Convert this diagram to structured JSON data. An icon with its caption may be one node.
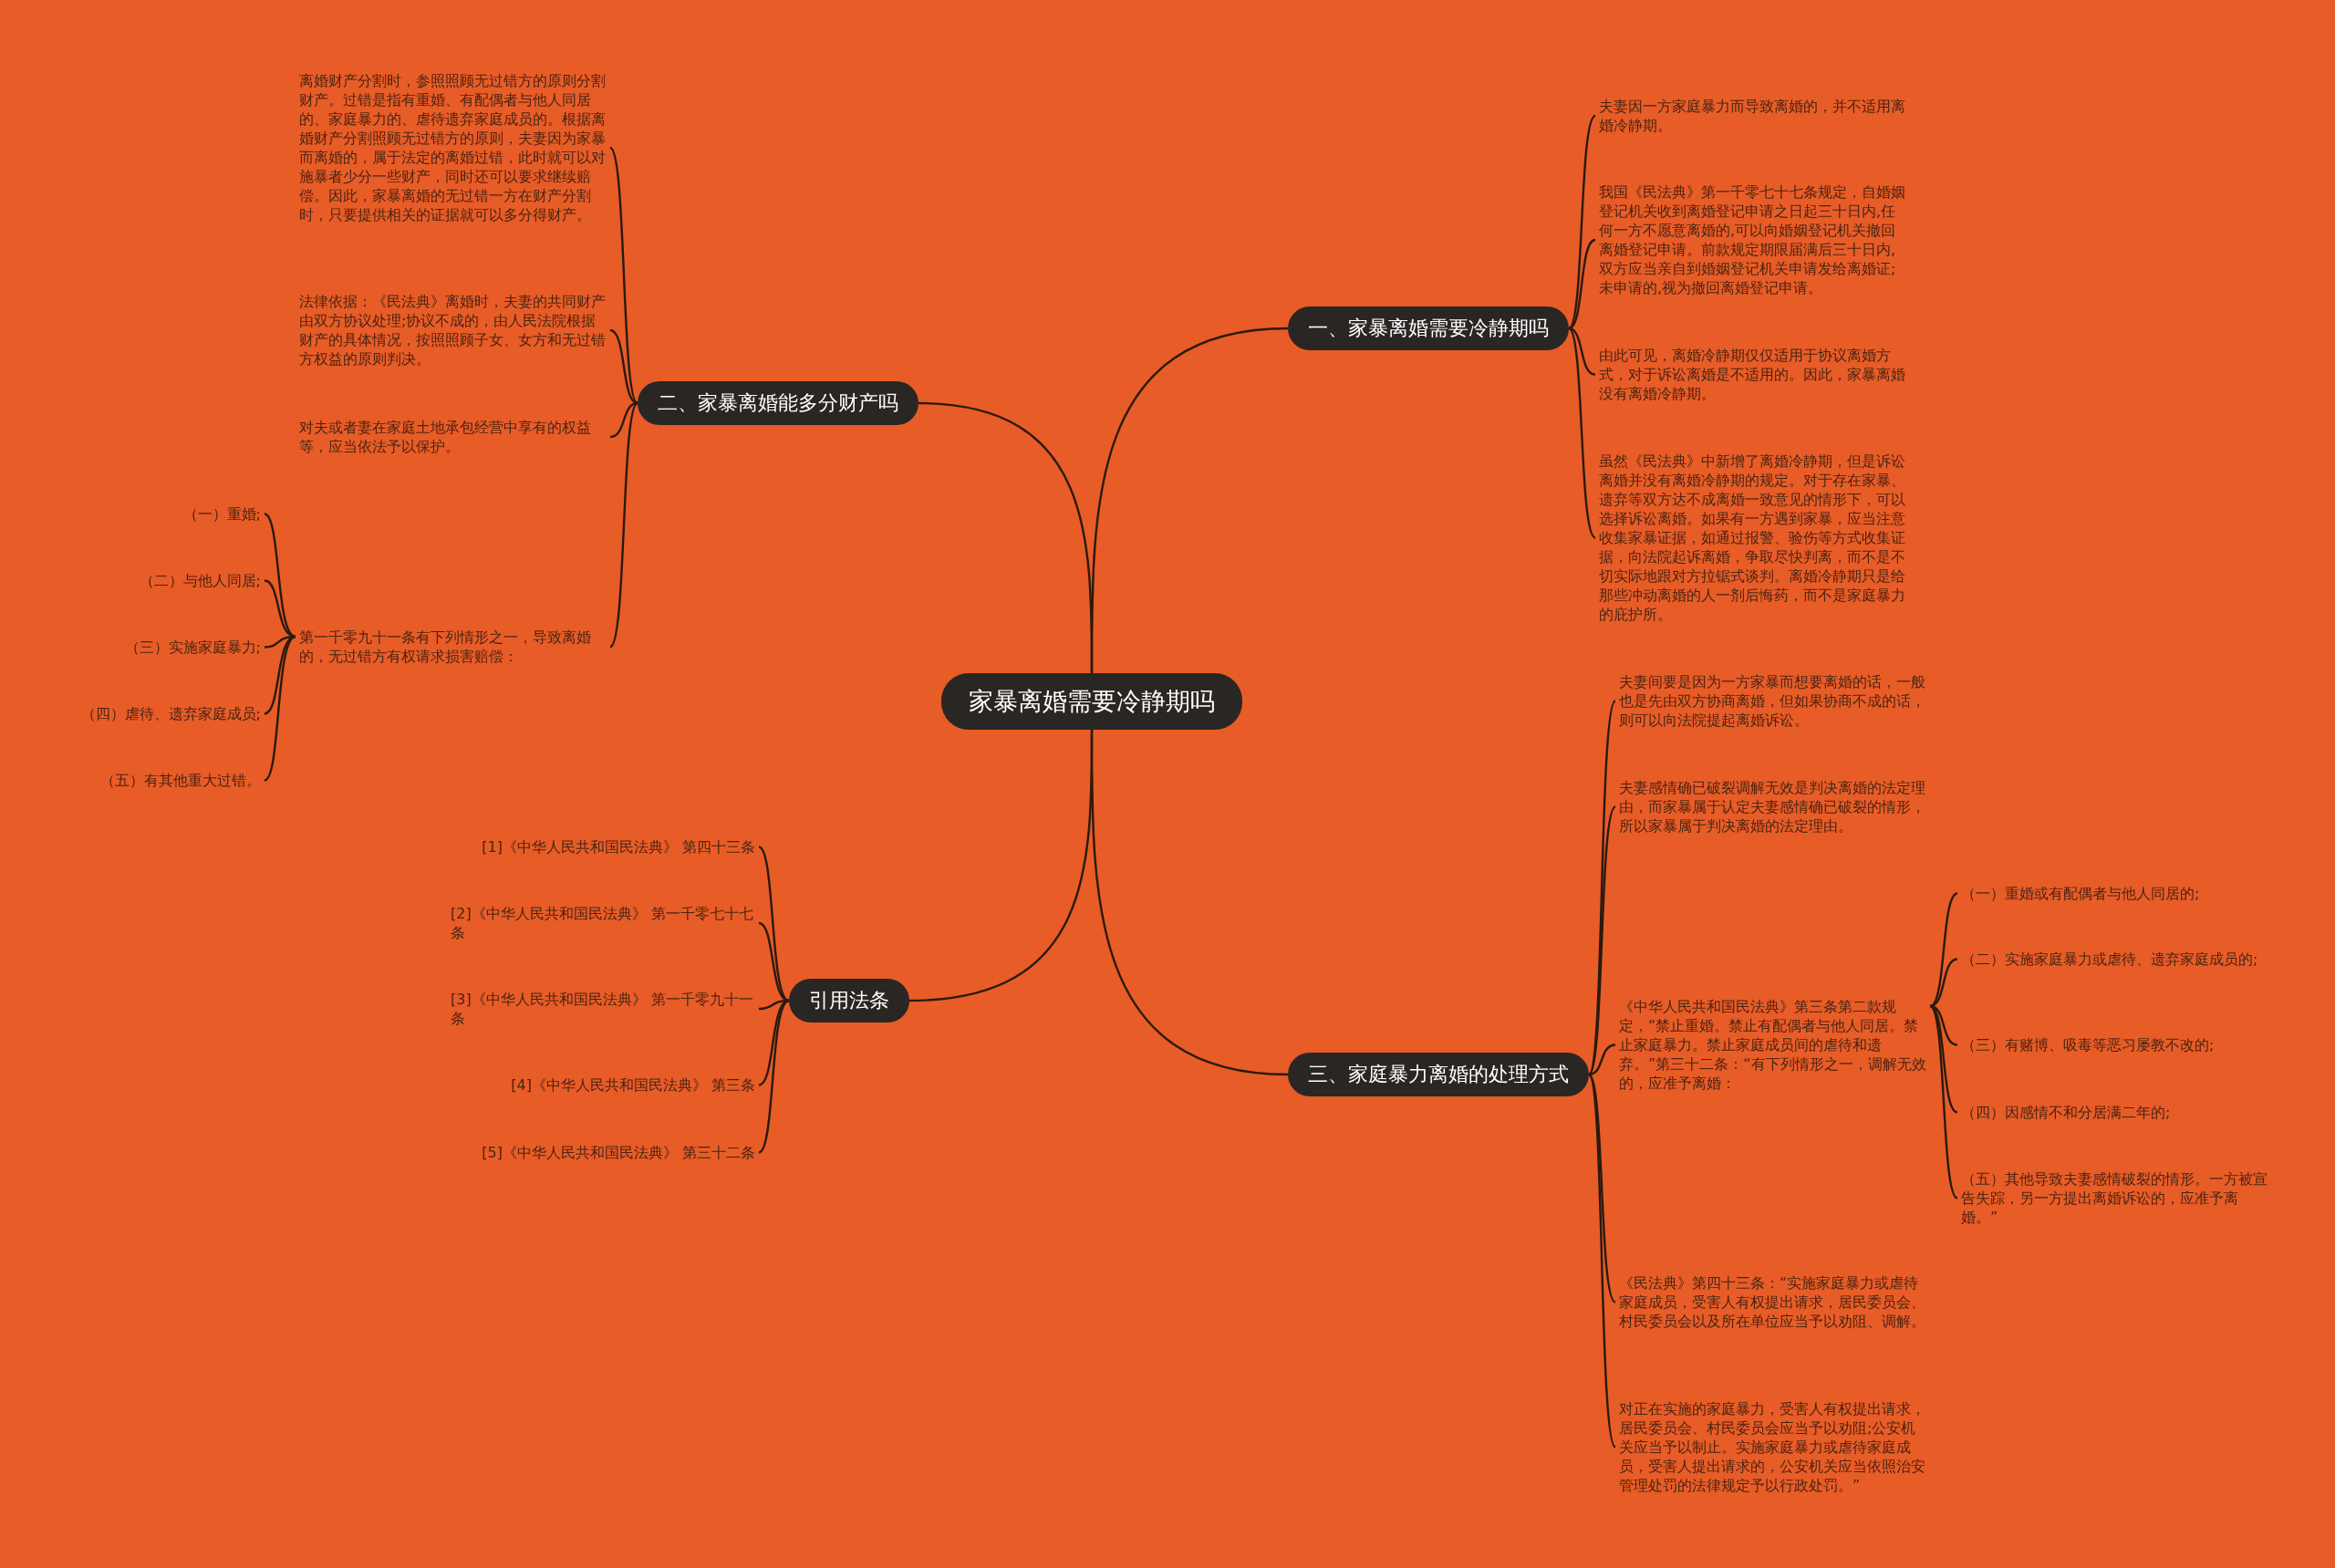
{
  "diagram": {
    "nodes": [
      {
        "text": [
          "家暴离婚需要冷静期吗"
        ]
      },
      {
        "text": [
          "一、家暴离婚需要冷静期吗"
        ]
      },
      {
        "text": [
          "夫妻因一方家庭暴力而导致离婚的，并不适用离婚冷静期。"
        ]
      },
      {
        "text": [
          "我国《民法典》第一千零七十七条规定，自婚姻登记机关收到离婚登记申请之日起三十日内,任何一方不愿意离婚的,可以向婚姻登记机关撤回离婚登记申请。前款规定期限届满后三十日内,双方应当亲自到婚姻登记机关申请发给离婚证;未申请的,视为撤回离婚登记申请。"
        ]
      },
      {
        "text": [
          "由此可见，离婚冷静期仅仅适用于协议离婚方式，对于诉讼离婚是不适用的。因此，家暴离婚没有离婚冷静期。"
        ]
      },
      {
        "text": [
          "虽然《民法典》中新增了离婚冷静期，但是诉讼离婚并没有离婚冷静期的规定。对于存在家暴、遗弃等双方达不成离婚一致意见的情形下，可以选择诉讼离婚。如果有一方遇到家暴，应当注意收集家暴证据，如通过报警、验伤等方式收集证据，向法院起诉离婚，争取尽快判离，而不是不切实际地跟对方拉锯式谈判。离婚冷静期只是给那些冲动离婚的人一剂后悔药，而不是家庭暴力的庇护所。"
        ]
      },
      {
        "text": [
          "二、家暴离婚能多分财产吗"
        ]
      },
      {
        "text": [
          "离婚财产分割时，参照照顾无过错方的原则分割财产。过错是指有重婚、有配偶者与他人同居的、家庭暴力的、虐待遗弃家庭成员的。根据离婚财产分割照顾无过错方的原则，夫妻因为家暴而离婚的，属于法定的离婚过错，此时就可以对施暴者少分一些财产，同时还可以要求继续赔偿。因此，家暴离婚的无过错一方在财产分割时，只要提供相关的证据就可以多分得财产。"
        ]
      },
      {
        "text": [
          "法律依据：《民法典》离婚时，夫妻的共同财产由双方协议处理;协议不成的，由人民法院根据财产的具体情况，按照照顾子女、女方和无过错方权益的原则判决。"
        ]
      },
      {
        "text": [
          "对夫或者妻在家庭土地承包经营中享有的权益等，应当依法予以保护。"
        ]
      },
      {
        "text": [
          "第一千零九十一条有下列情形之一，导致离婚的，无过错方有权请求损害赔偿："
        ]
      },
      {
        "text": [
          "（一）重婚;"
        ]
      },
      {
        "text": [
          "（二）与他人同居;"
        ]
      },
      {
        "text": [
          "（三）实施家庭暴力;"
        ]
      },
      {
        "text": [
          "（四）虐待、遗弃家庭成员;"
        ]
      },
      {
        "text": [
          "（五）有其他重大过错。"
        ]
      },
      {
        "text": [
          "引用法条"
        ]
      },
      {
        "text": [
          "[1]《中华人民共和国民法典》 第四十三条"
        ]
      },
      {
        "text": [
          "[2]《中华人民共和国民法典》 第一千零七十七条"
        ]
      },
      {
        "text": [
          "[3]《中华人民共和国民法典》 第一千零九十一条"
        ]
      },
      {
        "text": [
          "[4]《中华人民共和国民法典》 第三条"
        ]
      },
      {
        "text": [
          "[5]《中华人民共和国民法典》 第三十二条"
        ]
      },
      {
        "text": [
          "三、家庭暴力离婚的处理方式"
        ]
      },
      {
        "text": [
          "夫妻间要是因为一方家暴而想要离婚的话，一般也是先由双方协商离婚，但如果协商不成的话，则可以向法院提起离婚诉讼。"
        ]
      },
      {
        "text": [
          "夫妻感情确已破裂调解无效是判决离婚的法定理由，而家暴属于认定夫妻感情确已破裂的情形，所以家暴属于判决离婚的法定理由。"
        ]
      },
      {
        "text": [
          "《中华人民共和国民法典》第三条第二款规定，“禁止重婚。禁止有配偶者与他人同居。禁止家庭暴力。禁止家庭成员间的虐待和遗弃。”第三十二条：“有下列情形之一，调解无效的，应准予离婚："
        ]
      },
      {
        "text": [
          "《民法典》第四十三条：“实施家庭暴力或虐待家庭成员，受害人有权提出请求，居民委员会、村民委员会以及所在单位应当予以劝阻、调解。"
        ]
      },
      {
        "text": [
          "对正在实施的家庭暴力，受害人有权提出请求，居民委员会、村民委员会应当予以劝阻;公安机关应当予以制止。实施家庭暴力或虐待家庭成员，受害人提出请求的，公安机关应当依照治安管理处罚的法律规定予以行政处罚。”"
        ]
      },
      {
        "text": [
          "（一）重婚或有配偶者与他人同居的;"
        ]
      },
      {
        "text": [
          "（二）实施家庭暴力或虐待、遗弃家庭成员的;"
        ]
      },
      {
        "text": [
          "（三）有赌博、吸毒等恶习屡教不改的;"
        ]
      },
      {
        "text": [
          "（四）因感情不和分居满二年的;"
        ]
      },
      {
        "text": [
          "（五）其他导致夫妻感情破裂的情形。一方被宣告失踪，另一方提出离婚诉讼的，应准予离婚。”"
        ]
      }
    ],
    "edges": [
      {
        "from": 0,
        "to": 1,
        "arrow": "none"
      },
      {
        "from": 0,
        "to": 6,
        "arrow": "none"
      },
      {
        "from": 0,
        "to": 16,
        "arrow": "none"
      },
      {
        "from": 0,
        "to": 22,
        "arrow": "none"
      },
      {
        "from": 1,
        "to": 2,
        "arrow": "none"
      },
      {
        "from": 1,
        "to": 3,
        "arrow": "none"
      },
      {
        "from": 1,
        "to": 4,
        "arrow": "none"
      },
      {
        "from": 1,
        "to": 5,
        "arrow": "none"
      },
      {
        "from": 6,
        "to": 7,
        "arrow": "none"
      },
      {
        "from": 6,
        "to": 8,
        "arrow": "none"
      },
      {
        "from": 6,
        "to": 9,
        "arrow": "none"
      },
      {
        "from": 6,
        "to": 10,
        "arrow": "none"
      },
      {
        "from": 10,
        "to": 11,
        "arrow": "none"
      },
      {
        "from": 10,
        "to": 12,
        "arrow": "none"
      },
      {
        "from": 10,
        "to": 13,
        "arrow": "none"
      },
      {
        "from": 10,
        "to": 14,
        "arrow": "none"
      },
      {
        "from": 10,
        "to": 15,
        "arrow": "none"
      },
      {
        "from": 16,
        "to": 17,
        "arrow": "none"
      },
      {
        "from": 16,
        "to": 18,
        "arrow": "none"
      },
      {
        "from": 16,
        "to": 19,
        "arrow": "none"
      },
      {
        "from": 16,
        "to": 20,
        "arrow": "none"
      },
      {
        "from": 16,
        "to": 21,
        "arrow": "none"
      },
      {
        "from": 22,
        "to": 23,
        "arrow": "none"
      },
      {
        "from": 22,
        "to": 24,
        "arrow": "none"
      },
      {
        "from": 22,
        "to": 25,
        "arrow": "none"
      },
      {
        "from": 22,
        "to": 26,
        "arrow": "none"
      },
      {
        "from": 22,
        "to": 27,
        "arrow": "none"
      },
      {
        "from": 25,
        "to": 28,
        "arrow": "none"
      },
      {
        "from": 25,
        "to": 29,
        "arrow": "none"
      },
      {
        "from": 25,
        "to": 30,
        "arrow": "none"
      },
      {
        "from": 25,
        "to": 31,
        "arrow": "none"
      },
      {
        "from": 25,
        "to": 32,
        "arrow": "none"
      }
    ]
  }
}
